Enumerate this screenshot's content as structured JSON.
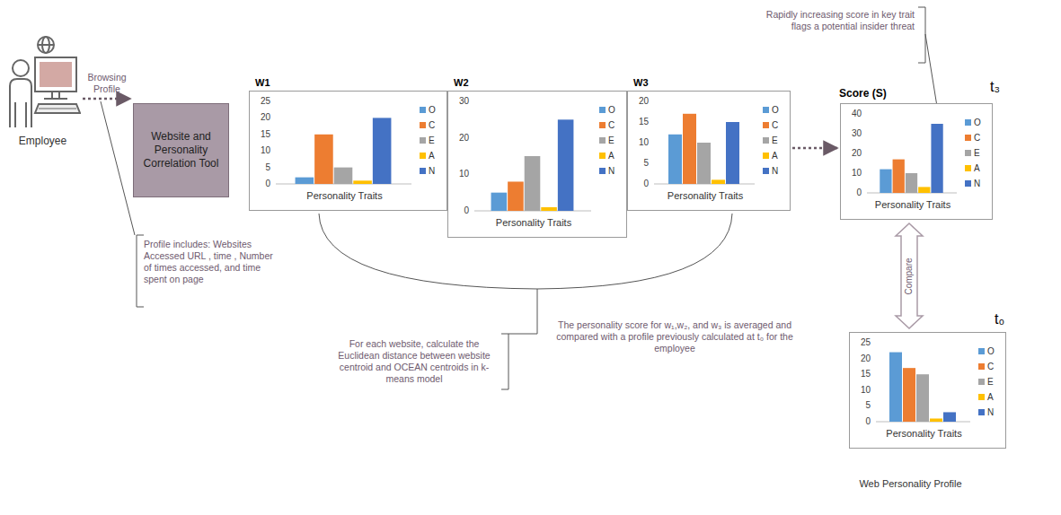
{
  "diagram": {
    "nodes": [
      {
        "text": [
          "Employee"
        ]
      },
      {
        "text": [
          "Website and Personality Correlation Tool"
        ]
      },
      {
        "text": [
          "W1",
          "Personality Traits"
        ]
      },
      {
        "text": [
          "W2",
          "Personality Traits"
        ]
      },
      {
        "text": [
          "W3",
          "Personality Traits"
        ]
      },
      {
        "text": [
          "Score (S)",
          "t₃",
          "Personality Traits"
        ]
      },
      {
        "text": [
          "t₀",
          "Personality Traits",
          "Web Personality Profile"
        ]
      }
    ],
    "edges": [
      {
        "from": 0,
        "to": 1,
        "arrow": "to",
        "label": "Browsing Profile"
      },
      {
        "from": 4,
        "to": 5,
        "arrow": "to"
      },
      {
        "from": 5,
        "to": 6,
        "arrow": "both",
        "label": "Compare"
      }
    ],
    "labels": [
      "Profile includes: Websites Accessed URL , time , Number of times accessed, and time spent on page",
      "For each website, calculate the Euclidean distance between website centroid and OCEAN centroids in k-means model",
      "The personality score for w₁,w₂, and w₃ is averaged and compared with a profile previously calculated at t₀ for the employee",
      "Rapidly increasing score in key trait flags a potential insider threat",
      "25",
      "20",
      "15",
      "10",
      "5",
      "0",
      "30",
      "20",
      "10",
      "0",
      "20",
      "15",
      "10",
      "5",
      "0",
      "40",
      "30",
      "20",
      "10",
      "0",
      "25",
      "20",
      "15",
      "10",
      "5",
      "0"
    ],
    "legend": [
      {
        "text": "O",
        "color": "#5b9bd5"
      },
      {
        "text": "C",
        "color": "#ed7d31"
      },
      {
        "text": "E",
        "color": "#a5a5a5"
      },
      {
        "text": "A",
        "color": "#ffc000"
      },
      {
        "text": "N",
        "color": "#4472c4"
      },
      {
        "text": "O",
        "color": "#5b9bd5"
      },
      {
        "text": "C",
        "color": "#ed7d31"
      },
      {
        "text": "E",
        "color": "#a5a5a5"
      },
      {
        "text": "A",
        "color": "#ffc000"
      },
      {
        "text": "N",
        "color": "#4472c4"
      },
      {
        "text": "O",
        "color": "#5b9bd5"
      },
      {
        "text": "C",
        "color": "#ed7d31"
      },
      {
        "text": "E",
        "color": "#a5a5a5"
      },
      {
        "text": "A",
        "color": "#ffc000"
      },
      {
        "text": "N",
        "color": "#4472c4"
      },
      {
        "text": "O",
        "color": "#5b9bd5"
      },
      {
        "text": "C",
        "color": "#ed7d31"
      },
      {
        "text": "E",
        "color": "#a5a5a5"
      },
      {
        "text": "A",
        "color": "#ffc000"
      },
      {
        "text": "N",
        "color": "#4472c4"
      },
      {
        "text": "O",
        "color": "#5b9bd5"
      },
      {
        "text": "C",
        "color": "#ed7d31"
      },
      {
        "text": "E",
        "color": "#a5a5a5"
      },
      {
        "text": "A",
        "color": "#ffc000"
      },
      {
        "text": "N",
        "color": "#4472c4"
      }
    ]
  }
}
